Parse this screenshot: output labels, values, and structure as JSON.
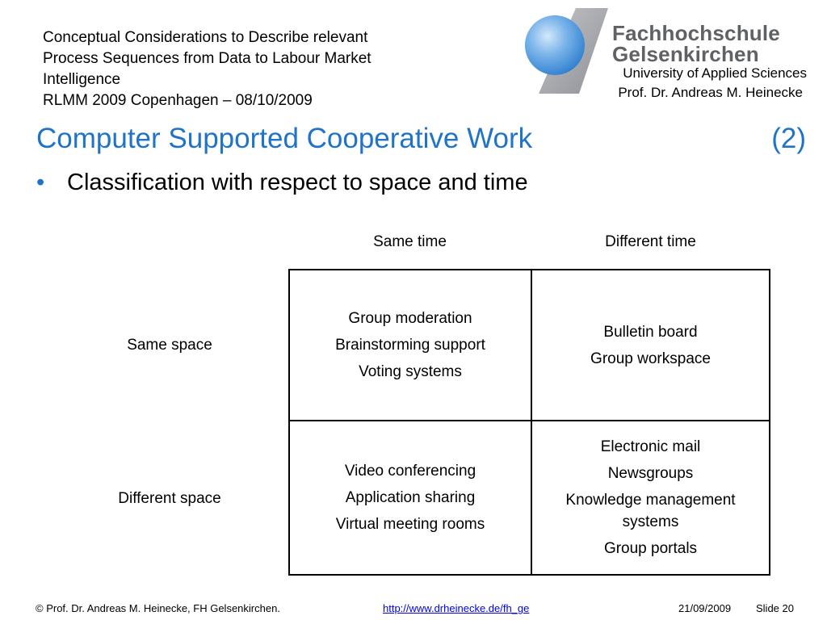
{
  "header": {
    "lines": [
      "Conceptual Considerations to Describe relevant",
      "Process Sequences from Data to Labour Market",
      "Intelligence",
      "RLMM 2009 Copenhagen – 08/10/2009"
    ]
  },
  "logo": {
    "line1": "Fachhochschule",
    "line2": "Gelsenkirchen",
    "subtitle": "University of Applied Sciences",
    "author": "Prof. Dr. Andreas M. Heinecke",
    "colors": {
      "sphere": "#5aa0e0",
      "stripe": "#a9abb0",
      "text": "#5f6166"
    }
  },
  "slide": {
    "title": "Computer Supported Cooperative Work",
    "number": "(2)",
    "bullet_symbol": "•",
    "bullet": "Classification with respect to space and time",
    "title_color": "#1f74c9"
  },
  "matrix": {
    "columns": [
      "Same time",
      "Different time"
    ],
    "rows": [
      "Same space",
      "Different space"
    ],
    "cells": [
      [
        [
          "Group moderation",
          "Brainstorming support",
          "Voting systems"
        ],
        [
          "Bulletin board",
          "Group workspace"
        ]
      ],
      [
        [
          "Video conferencing",
          "Application sharing",
          "Virtual meeting rooms"
        ],
        [
          "Electronic mail",
          "Newsgroups",
          "Knowledge management systems",
          "Group portals"
        ]
      ]
    ]
  },
  "footer": {
    "copyright": "© Prof. Dr. Andreas M. Heinecke, FH Gelsenkirchen.",
    "link": "http://www.drheinecke.de/fh_ge",
    "date": "21/09/2009",
    "slide": "Slide 20"
  }
}
